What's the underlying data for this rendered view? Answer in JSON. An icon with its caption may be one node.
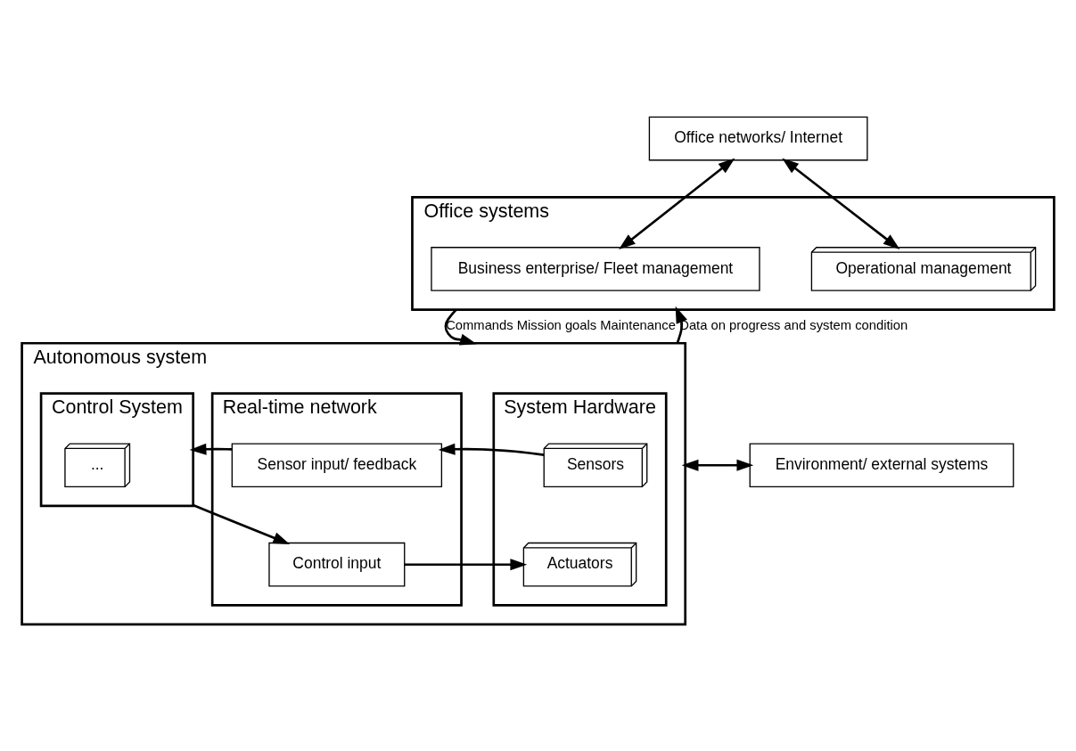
{
  "diagram": {
    "nodes": [
      {
        "text": [
          "Office networks/ Internet"
        ]
      },
      {
        "text": [
          "Office systems"
        ]
      },
      {
        "text": [
          "Business enterprise/ Fleet management"
        ],
        "in": 1
      },
      {
        "text": [
          "Operational management"
        ],
        "in": 1
      },
      {
        "text": [
          "Autonomous system"
        ]
      },
      {
        "text": [
          "System Hardware"
        ],
        "in": 4
      },
      {
        "text": [
          "Sensors"
        ],
        "in": 5
      },
      {
        "text": [
          "Actuators"
        ],
        "in": 5
      },
      {
        "text": [
          "Real-time network"
        ],
        "in": 4
      },
      {
        "text": [
          "Sensor input/ feedback"
        ],
        "in": 8
      },
      {
        "text": [
          "Control input"
        ],
        "in": 8
      },
      {
        "text": [
          "Control System"
        ],
        "in": 4
      },
      {
        "text": [
          "..."
        ],
        "in": 11
      },
      {
        "text": [
          "Environment/ external systems"
        ]
      }
    ],
    "edges": [
      {
        "from": 0,
        "to": 2,
        "arrow": "both"
      },
      {
        "from": 0,
        "to": 3,
        "arrow": "both"
      },
      {
        "from": 1,
        "to": 4,
        "arrow": "to",
        "label": "Commands Mission goals Maintenance"
      },
      {
        "from": 4,
        "to": 1,
        "arrow": "to",
        "label": "Data on progress and system condition"
      },
      {
        "from": 13,
        "to": 4,
        "arrow": "both"
      },
      {
        "from": 6,
        "to": 9,
        "arrow": "to"
      },
      {
        "from": 9,
        "to": 11,
        "arrow": "to"
      },
      {
        "from": 11,
        "to": 10,
        "arrow": "to"
      },
      {
        "from": 10,
        "to": 7,
        "arrow": "to"
      }
    ]
  }
}
